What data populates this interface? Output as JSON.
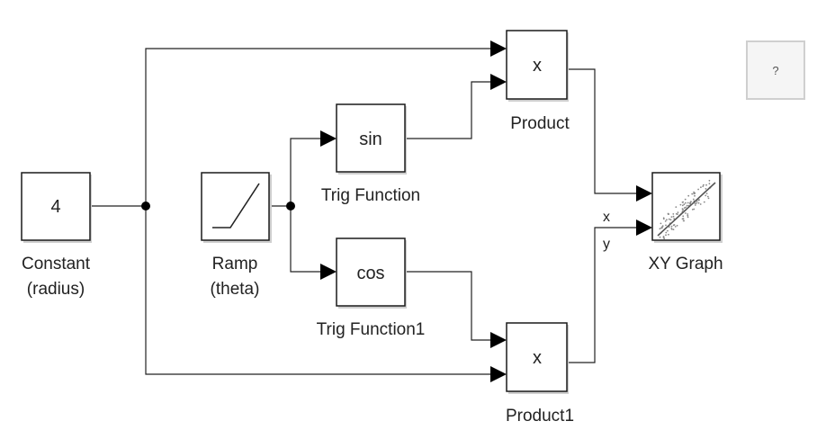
{
  "blocks": {
    "constant": {
      "value": "4",
      "label_line1": "Constant",
      "label_line2": "(radius)"
    },
    "ramp": {
      "label_line1": "Ramp",
      "label_line2": "(theta)",
      "icon": "ramp-icon"
    },
    "trig_sin": {
      "function": "sin",
      "label": "Trig Function"
    },
    "trig_cos": {
      "function": "cos",
      "label": "Trig Function1"
    },
    "product": {
      "operator": "x",
      "label": "Product"
    },
    "product1": {
      "operator": "x",
      "label": "Product1"
    },
    "xy_graph": {
      "label": "XY Graph",
      "icon": "scatter-plot-icon",
      "port_x": "x",
      "port_y": "y"
    }
  },
  "help_button": {
    "label": "?"
  }
}
